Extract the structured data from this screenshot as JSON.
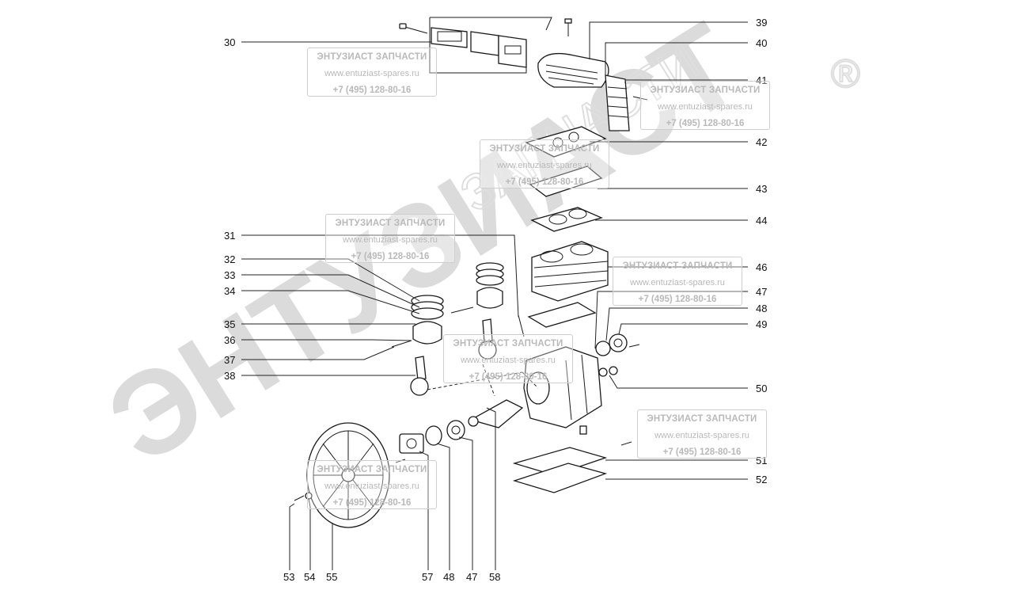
{
  "watermark": {
    "big_text": "ЭНТУЗИАСТ",
    "arc_text": "ЗАПЧАСТИ",
    "registered_mark": "®",
    "box_title": "ЭНТУЗИАСТ ЗАПЧАСТИ",
    "box_url": "www.entuziast-spares.ru",
    "box_phone": "+7 (495) 128-80-16"
  },
  "callouts": {
    "left": [
      "30",
      "31",
      "32",
      "33",
      "34",
      "35",
      "36",
      "37",
      "38"
    ],
    "right": [
      "39",
      "40",
      "41",
      "42",
      "43",
      "44",
      "46",
      "47",
      "48",
      "49",
      "50",
      "51",
      "52"
    ],
    "bottom": [
      "53",
      "54",
      "55",
      "57",
      "48",
      "47",
      "58"
    ]
  },
  "colors": {
    "line": "#1a1a1a",
    "watermark": "#cfcfcf",
    "watermark_text": "#b9b9b9"
  }
}
